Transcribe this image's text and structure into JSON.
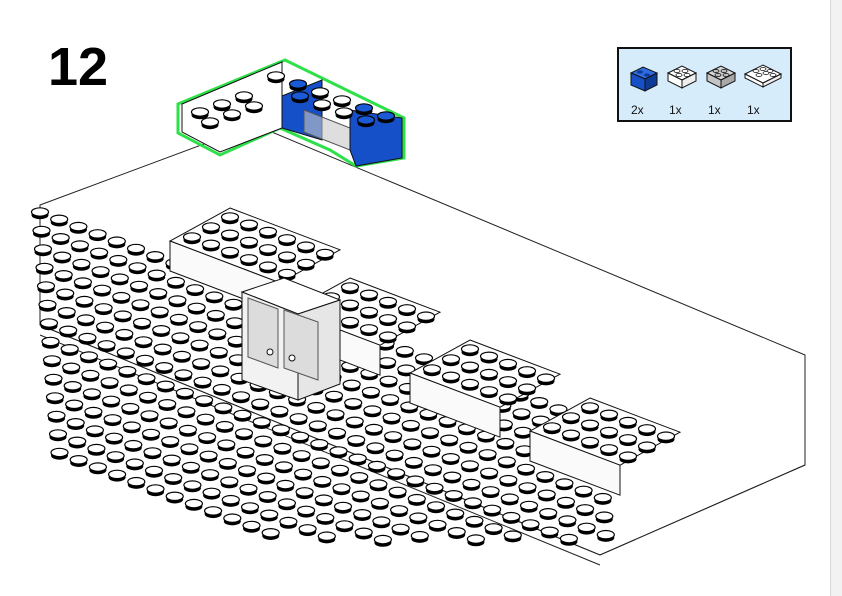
{
  "step": {
    "number": "12"
  },
  "parts_list": {
    "items": [
      {
        "icon": "blue-brick-2x2-icon",
        "color": "#1550c8",
        "quantity": "2x"
      },
      {
        "icon": "white-brick-2x2-icon",
        "color": "#ffffff",
        "quantity": "1x"
      },
      {
        "icon": "gray-transparent-brick-2x2-icon",
        "color": "#c4c4c4",
        "quantity": "1x"
      },
      {
        "icon": "white-plate-2x3-icon",
        "color": "#ffffff",
        "quantity": "1x"
      }
    ]
  },
  "colors": {
    "highlight_outline": "#2ee04a",
    "brick_blue": "#1550c8",
    "brick_white": "#ffffff",
    "brick_gray": "#c8c8c8",
    "parts_box_bg": "#d7ecfb"
  }
}
